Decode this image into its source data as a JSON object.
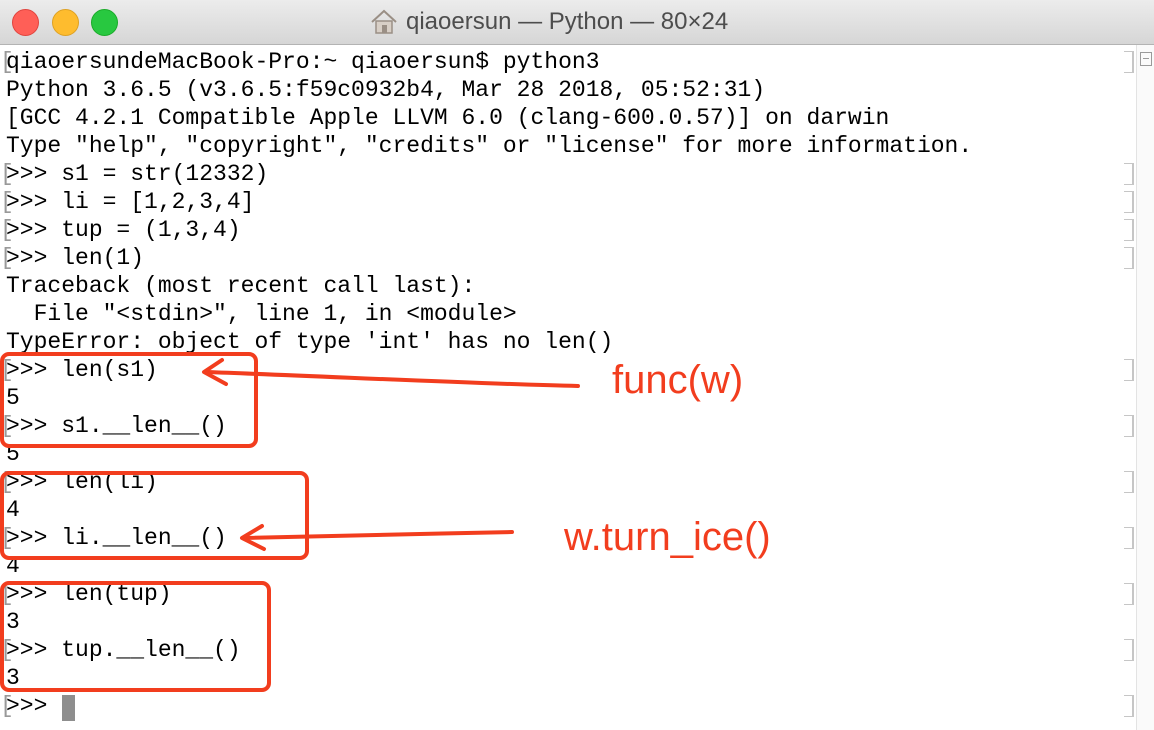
{
  "window": {
    "title": "qiaoersun — Python — 80×24",
    "icon": "home-folder-icon"
  },
  "terminal": {
    "lines": [
      "qiaoersundeMacBook-Pro:~ qiaoersun$ python3",
      "Python 3.6.5 (v3.6.5:f59c0932b4, Mar 28 2018, 05:52:31)",
      "[GCC 4.2.1 Compatible Apple LLVM 6.0 (clang-600.0.57)] on darwin",
      "Type \"help\", \"copyright\", \"credits\" or \"license\" for more information.",
      ">>> s1 = str(12332)",
      ">>> li = [1,2,3,4]",
      ">>> tup = (1,3,4)",
      ">>> len(1)",
      "Traceback (most recent call last):",
      "  File \"<stdin>\", line 1, in <module>",
      "TypeError: object of type 'int' has no len()",
      ">>> len(s1)",
      "5",
      ">>> s1.__len__()",
      "5",
      ">>> len(li)",
      "4",
      ">>> li.__len__()",
      "4",
      ">>> len(tup)",
      "3",
      ">>> tup.__len__()",
      "3",
      ">>> "
    ]
  },
  "annotations": {
    "label1": "func(w)",
    "label2": "w.turn_ice()",
    "color": "#f23d1e"
  }
}
